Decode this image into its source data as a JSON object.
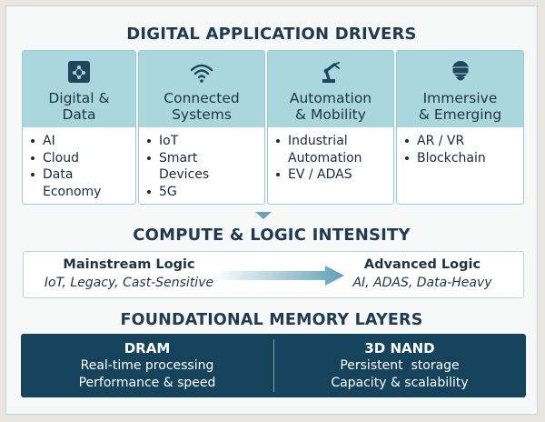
{
  "title_drivers": "DIGITAL APPLICATION DRIVERS",
  "cards": [
    {
      "icon": "cpu-chip-icon",
      "name": [
        "Digital &",
        "Data"
      ],
      "items": [
        "AI",
        "Cloud",
        "Data",
        "Economy"
      ]
    },
    {
      "icon": "wifi-icon",
      "name": [
        "Connected",
        "Systems"
      ],
      "items": [
        "IoT",
        "Smart",
        "Devices",
        "5G"
      ]
    },
    {
      "icon": "robot-arm-icon",
      "name": [
        "Automation",
        "& Mobility"
      ],
      "items": [
        "Industrial",
        "Automation",
        "EV / ADAS"
      ]
    },
    {
      "icon": "vr-headset-icon",
      "name": [
        "Immersive",
        "& Emerging"
      ],
      "items": [
        "AR / VR",
        "Blockchain"
      ]
    }
  ],
  "title_compute": "COMPUTE & LOGIC INTENSITY",
  "logic": {
    "left_name": "Mainstream Logic",
    "left_sub": "IoT, Legacy, Cast-Sensitive",
    "right_name": "Advanced Logic",
    "right_sub": "AI, ADAS, Data-Heavy"
  },
  "title_memory": "FOUNDATIONAL MEMORY LAYERS",
  "memory": {
    "dram": {
      "name": "DRAM",
      "lines": [
        "Real-time processing",
        "Performance & speed"
      ]
    },
    "nand": {
      "name": "3D NAND",
      "lines": [
        "Persistent  storage",
        "Capacity & scalability"
      ]
    }
  },
  "colors": {
    "accent": "#a9d7dd",
    "dark": "#15435c",
    "arrow": "#6aa0b2"
  }
}
